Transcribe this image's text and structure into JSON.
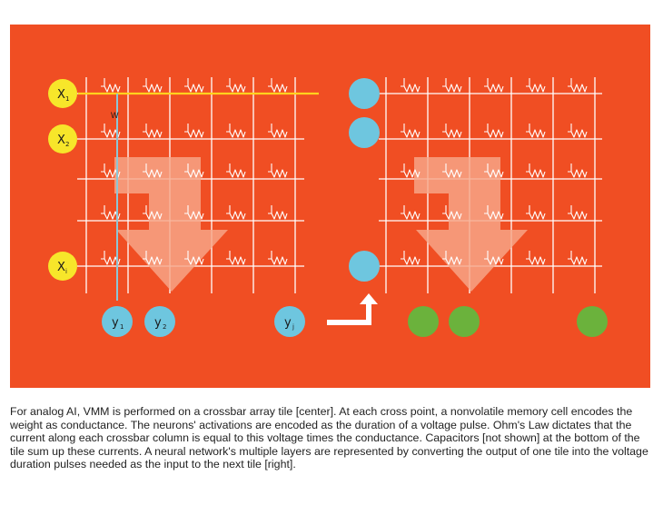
{
  "diagram": {
    "colors": {
      "background": "#f04e23",
      "grid_line": "#ffffff",
      "input_line": "#ffd21e",
      "column_line": "#8cc6d6",
      "input_node": "#f7e62a",
      "output_node": "#6ec6df",
      "result_node": "#6bb23c",
      "arrow": "#f6a78a",
      "connector_arrow": "#ffffff"
    },
    "left_tile": {
      "inputs": [
        {
          "main": "X",
          "sub": "1"
        },
        {
          "main": "X",
          "sub": "2"
        },
        {
          "main": "X",
          "sub": "i"
        }
      ],
      "outputs": [
        {
          "main": "y",
          "sub": "1"
        },
        {
          "main": "y",
          "sub": "2"
        },
        {
          "main": "y",
          "sub": "j"
        }
      ],
      "weight_label": "W"
    },
    "right_tile": {
      "input_node_count": 3,
      "output_node_count": 3
    }
  },
  "caption": "For analog AI, VMM is performed on a crossbar array tile [center]. At each cross point, a nonvolatile memory cell encodes the weight as conductance. The neurons' activations are encoded as the duration of a voltage pulse. Ohm's Law dictates that the current along each crossbar column is equal to this voltage times the conductance. Capacitors [not shown] at the bottom of the tile sum up these currents. A neural network's multiple layers are represented by converting the output of one tile into the voltage duration pulses needed as the input to the next tile [right]."
}
